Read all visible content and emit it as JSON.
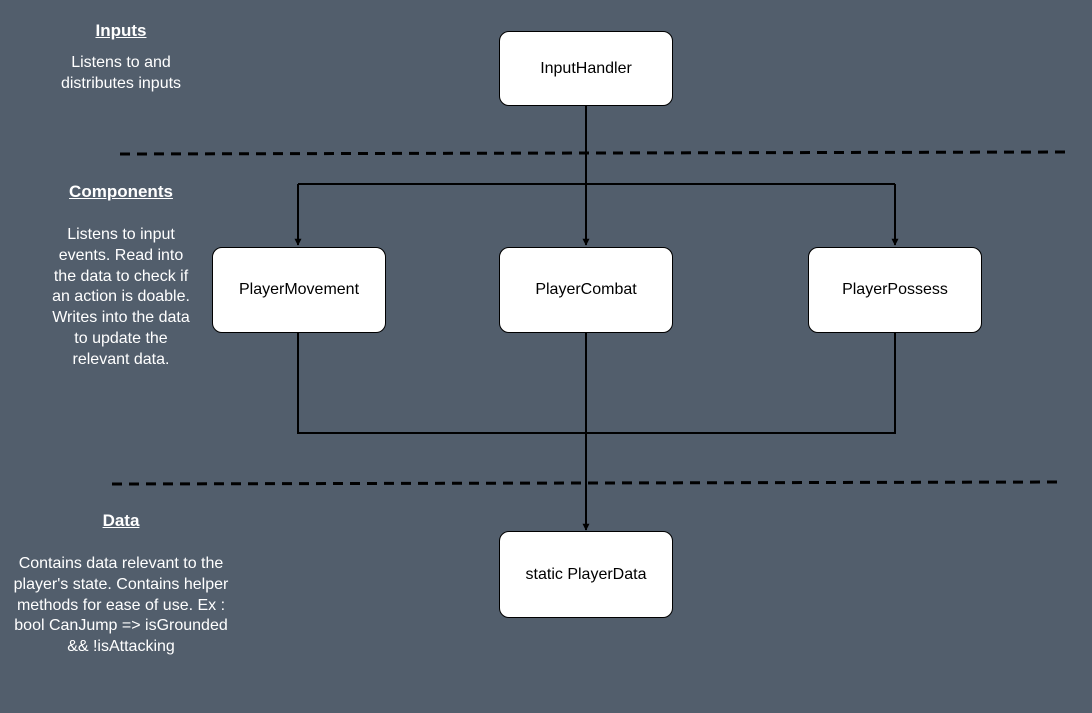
{
  "colors": {
    "background": "#525e6c",
    "node_fill": "#ffffff",
    "node_border": "#000000",
    "connector": "#000000",
    "label_text": "#ffffff"
  },
  "sections": {
    "inputs": {
      "title": "Inputs",
      "description": "Listens to and distributes inputs"
    },
    "components": {
      "title": "Components",
      "description": "Listens to input events. Read into the data to check if an action is doable. Writes into the data to update the relevant data."
    },
    "data": {
      "title": "Data",
      "description": "Contains data relevant to the player's state. Contains helper methods for ease of use. Ex : bool CanJump => isGrounded && !isAttacking"
    }
  },
  "nodes": {
    "input_handler": "InputHandler",
    "player_movement": "PlayerMovement",
    "player_combat": "PlayerCombat",
    "player_possess": "PlayerPossess",
    "player_data": "static PlayerData"
  }
}
